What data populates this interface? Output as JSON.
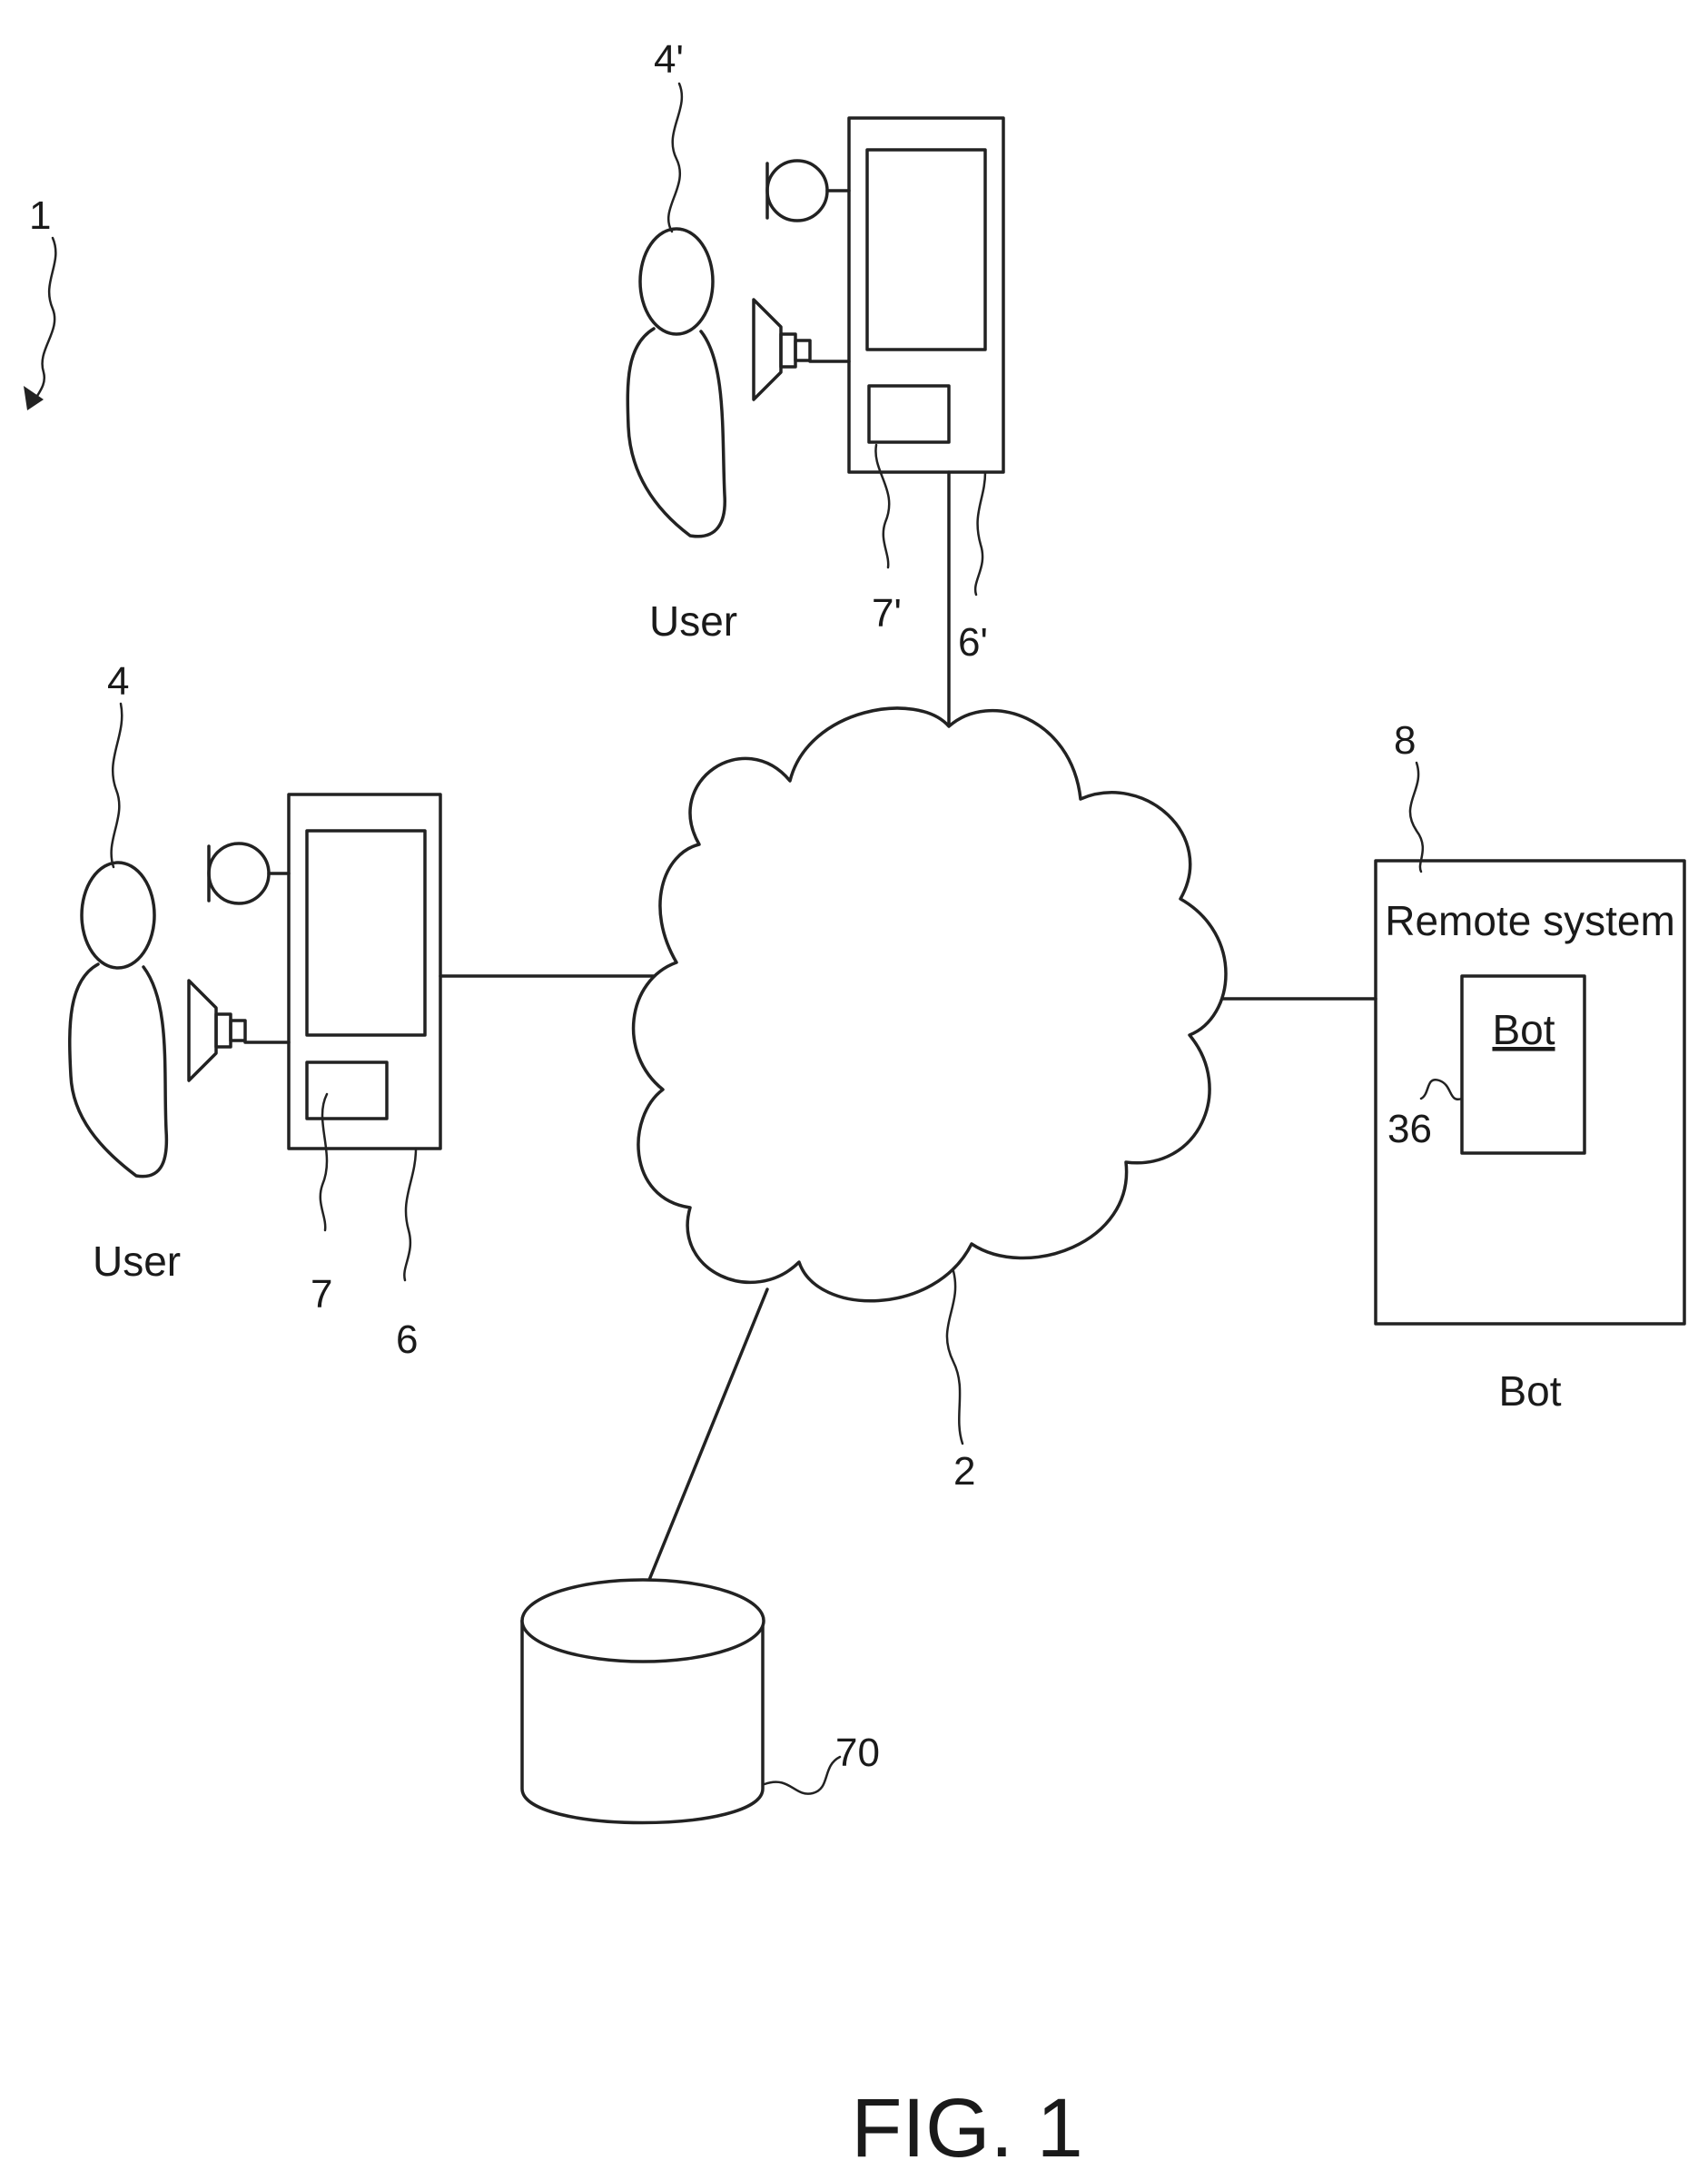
{
  "figure_label": "FIG. 1",
  "system_ref": "1",
  "users": [
    {
      "ref": "4",
      "caption": "User"
    },
    {
      "ref": "4'",
      "caption": "User"
    }
  ],
  "devices": [
    {
      "ref": "6",
      "sub_ref": "7"
    },
    {
      "ref": "6'",
      "sub_ref": "7'"
    }
  ],
  "network_ref": "2",
  "remote_system": {
    "ref": "8",
    "title": "Remote system",
    "bot_label": "Bot",
    "bot_ref": "36",
    "caption": "Bot"
  },
  "database_ref": "70"
}
